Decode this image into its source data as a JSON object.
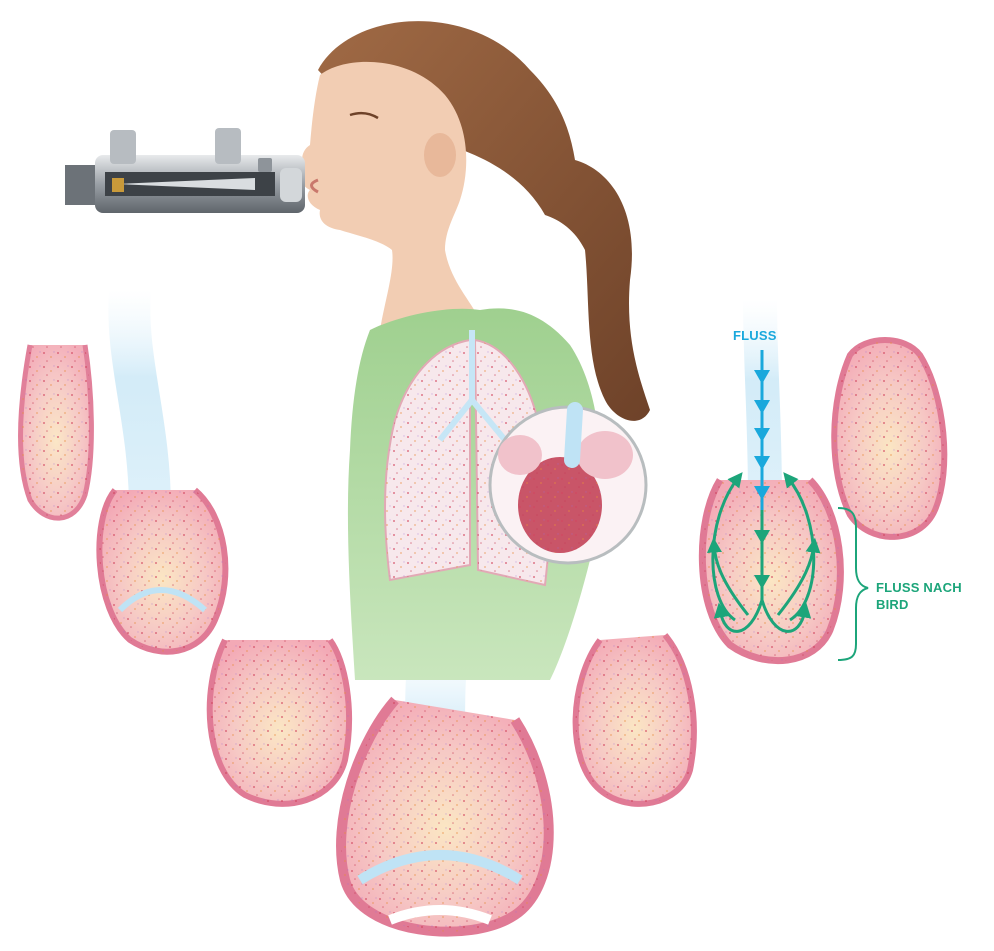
{
  "labels": {
    "flow": "FLUSS",
    "bird_flow_line1": "FLUSS NACH",
    "bird_flow_line2": "BIRD"
  },
  "colors": {
    "flow_blue": "#1aa8dc",
    "bird_green": "#1ca57a",
    "tissue_pink": "#e79aa8",
    "tissue_red": "#c0394f",
    "tissue_yellow": "#f4d27a",
    "shirt_green": "#a6d39a",
    "hair_brown": "#8a5a3c",
    "skin": "#f2cdb3",
    "air_blue": "#bfe3f5"
  },
  "icons": {
    "device": "bird-respirator-icon",
    "flow_arrow": "down-arrow-icon",
    "bird_arrow": "curved-arrow-icon",
    "brace": "curly-brace-icon"
  }
}
